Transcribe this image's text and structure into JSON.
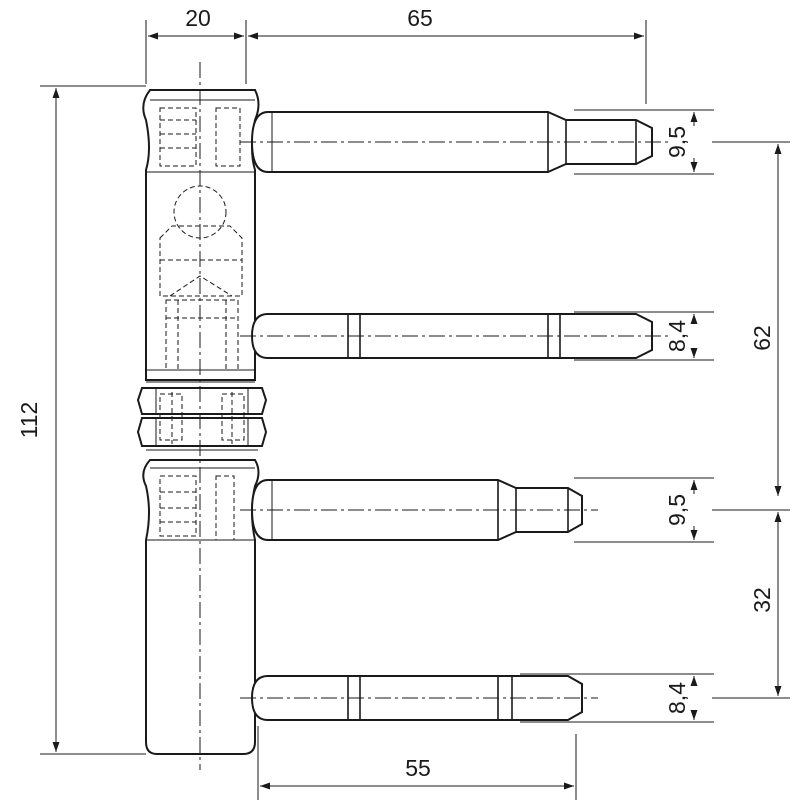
{
  "dimensions": {
    "top_barrel_width": "20",
    "top_pin_length": "65",
    "bottom_pin_length": "55",
    "overall_height": "112",
    "pin_1_diameter": "9,5",
    "pin_2_diameter": "8,4",
    "pin_3_diameter": "9,5",
    "pin_4_diameter": "8,4",
    "spacing_upper": "62",
    "spacing_lower": "32"
  },
  "colors": {
    "line": "#1a1a1a",
    "background": "#ffffff"
  }
}
